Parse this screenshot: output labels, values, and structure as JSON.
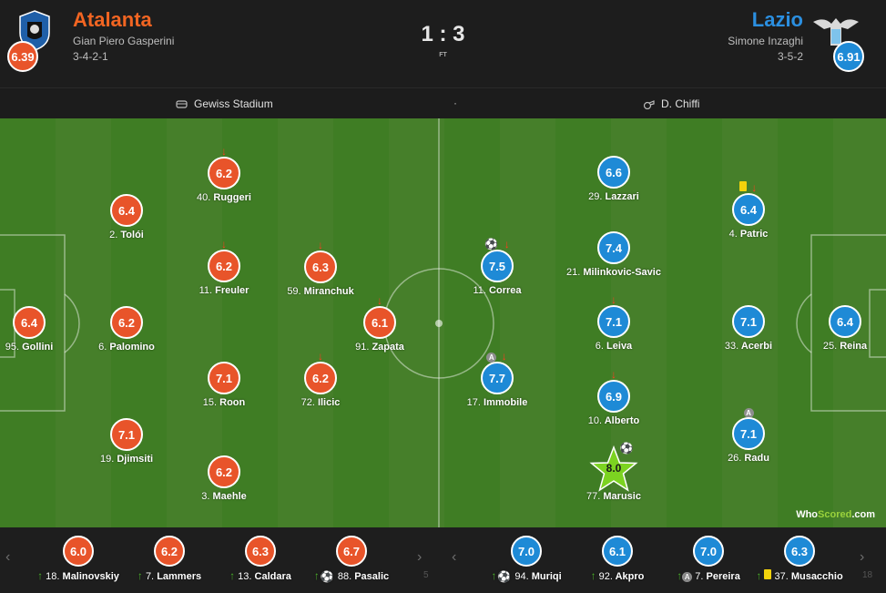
{
  "header": {
    "home": {
      "name": "Atalanta",
      "coach": "Gian Piero Gasperini",
      "formation": "3-4-2-1",
      "rating": "6.39",
      "color": "#f26522"
    },
    "away": {
      "name": "Lazio",
      "coach": "Simone Inzaghi",
      "formation": "3-5-2",
      "rating": "6.91",
      "color": "#2b8fe0"
    },
    "score": "1 : 3",
    "status": "FT"
  },
  "info": {
    "stadium": "Gewiss Stadium",
    "separator": "·",
    "referee": "D. Chiffi",
    "stadium_icon": "stadium-icon",
    "referee_icon": "whistle-icon"
  },
  "home_players": [
    {
      "num": "40.",
      "name": "Ruggeri",
      "rating": "6.2",
      "icons": [
        "sub-out"
      ]
    },
    {
      "num": "2.",
      "name": "Tolói",
      "rating": "6.4",
      "icons": []
    },
    {
      "num": "11.",
      "name": "Freuler",
      "rating": "6.2",
      "icons": [
        "sub-out"
      ]
    },
    {
      "num": "59.",
      "name": "Miranchuk",
      "rating": "6.3",
      "icons": [
        "sub-out"
      ]
    },
    {
      "num": "95.",
      "name": "Gollini",
      "rating": "6.4",
      "icons": []
    },
    {
      "num": "6.",
      "name": "Palomino",
      "rating": "6.2",
      "icons": []
    },
    {
      "num": "91.",
      "name": "Zapata",
      "rating": "6.1",
      "icons": [
        "sub-out"
      ]
    },
    {
      "num": "15.",
      "name": "Roon",
      "rating": "7.1",
      "icons": []
    },
    {
      "num": "72.",
      "name": "Ilicic",
      "rating": "6.2",
      "icons": [
        "sub-out"
      ]
    },
    {
      "num": "19.",
      "name": "Djimsiti",
      "rating": "7.1",
      "icons": []
    },
    {
      "num": "3.",
      "name": "Maehle",
      "rating": "6.2",
      "icons": []
    }
  ],
  "away_players": [
    {
      "num": "29.",
      "name": "Lazzari",
      "rating": "6.6",
      "icons": []
    },
    {
      "num": "4.",
      "name": "Patric",
      "rating": "6.4",
      "icons": [
        "yellow-card",
        "sub-out"
      ]
    },
    {
      "num": "11.",
      "name": "Correa",
      "rating": "7.5",
      "icons": [
        "goal",
        "sub-out"
      ]
    },
    {
      "num": "21.",
      "name": "Milinkovic-Savic",
      "rating": "7.4",
      "icons": []
    },
    {
      "num": "6.",
      "name": "Leiva",
      "rating": "7.1",
      "icons": [
        "sub-out"
      ]
    },
    {
      "num": "33.",
      "name": "Acerbi",
      "rating": "7.1",
      "icons": []
    },
    {
      "num": "25.",
      "name": "Reina",
      "rating": "6.4",
      "icons": []
    },
    {
      "num": "17.",
      "name": "Immobile",
      "rating": "7.7",
      "icons": [
        "assist",
        "sub-out"
      ]
    },
    {
      "num": "10.",
      "name": "Alberto",
      "rating": "6.9",
      "icons": [
        "sub-out"
      ]
    },
    {
      "num": "26.",
      "name": "Radu",
      "rating": "7.1",
      "icons": [
        "assist"
      ]
    },
    {
      "num": "77.",
      "name": "Marusic",
      "rating": "8.0",
      "icons": [
        "goal"
      ],
      "motm": true
    }
  ],
  "bench": {
    "home": [
      {
        "num": "18.",
        "name": "Malinovskiy",
        "rating": "6.0",
        "icons": [
          "sub-in"
        ]
      },
      {
        "num": "7.",
        "name": "Lammers",
        "rating": "6.2",
        "icons": [
          "sub-in"
        ]
      },
      {
        "num": "13.",
        "name": "Caldara",
        "rating": "6.3",
        "icons": [
          "sub-in"
        ]
      },
      {
        "num": "88.",
        "name": "Pasalic",
        "rating": "6.7",
        "icons": [
          "sub-in",
          "goal"
        ]
      }
    ],
    "away": [
      {
        "num": "94.",
        "name": "Muriqi",
        "rating": "7.0",
        "icons": [
          "sub-in",
          "goal"
        ]
      },
      {
        "num": "92.",
        "name": "Akpro",
        "rating": "6.1",
        "icons": [
          "sub-in"
        ]
      },
      {
        "num": "7.",
        "name": "Pereira",
        "rating": "7.0",
        "icons": [
          "sub-in",
          "assist"
        ]
      },
      {
        "num": "37.",
        "name": "Musacchio",
        "rating": "6.3",
        "icons": [
          "sub-in",
          "yellow-card"
        ]
      }
    ],
    "home_more": "5",
    "away_more": "18"
  },
  "icon_labels": {
    "assist": "A",
    "goal": "⚽",
    "sub_out": "↓",
    "sub_in": "↑",
    "prev": "‹",
    "next": "›"
  },
  "watermark": {
    "prefix": "Who",
    "brand": "Scored",
    "suffix": ".com"
  }
}
